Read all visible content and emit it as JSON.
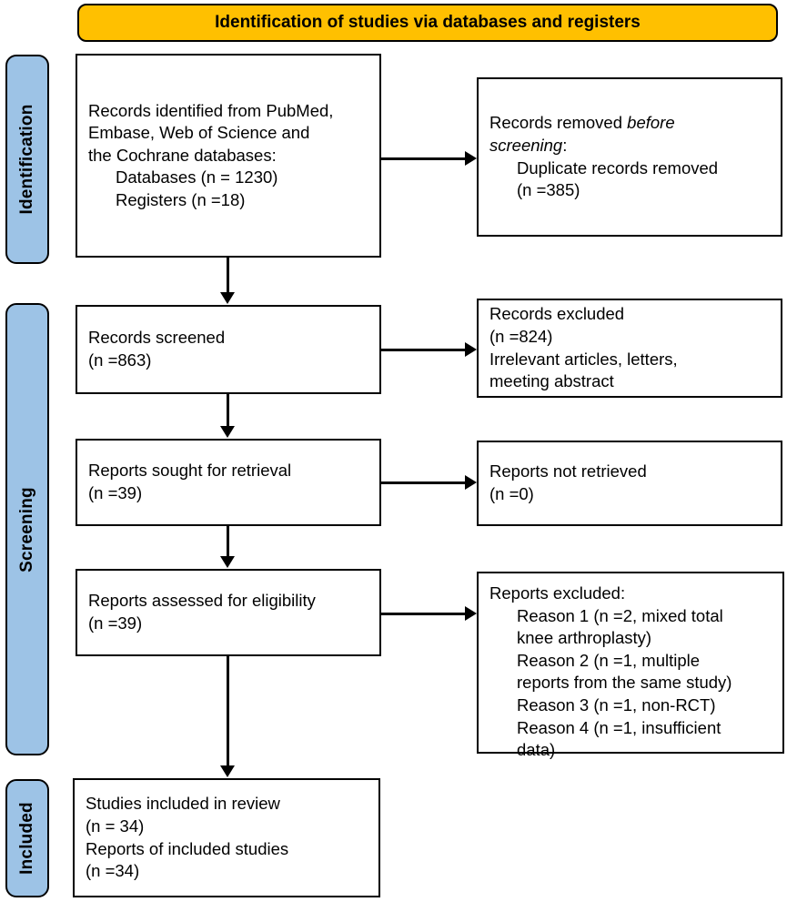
{
  "diagram": {
    "title": "Identification of studies via databases and registers",
    "type": "PRISMA flow diagram"
  },
  "phases": {
    "identification": "Identification",
    "screening": "Screening",
    "included": "Included"
  },
  "colors": {
    "banner": "#FFC000",
    "phase_bar": "#9DC3E6",
    "box_border": "#000000",
    "box_fill": "#FFFFFF",
    "text": "#000000"
  },
  "boxes": {
    "records_identified": {
      "name": "Records identified from databases and registers",
      "lines": [
        {
          "text": "Records identified from PubMed,",
          "indent": false
        },
        {
          "text": "Embase, Web of Science and",
          "indent": false
        },
        {
          "text": "the Cochrane databases:",
          "indent": false
        },
        {
          "text": "Databases (n = 1230)",
          "indent": true
        },
        {
          "text": "Registers (n =18)",
          "indent": true
        }
      ]
    },
    "records_removed": {
      "name": "Records removed before screening",
      "lines": [
        {
          "text": "Records removed ",
          "italic_text": "before",
          "indent": false
        },
        {
          "italic_text": "screening",
          "text": ":",
          "indent": false
        },
        {
          "text": "Duplicate records removed",
          "indent": true
        },
        {
          "text": "(n =385)",
          "indent": true
        }
      ]
    },
    "records_screened": {
      "name": "Records screened",
      "lines": [
        {
          "text": "Records screened",
          "indent": false
        },
        {
          "text": "(n =863)",
          "indent": false
        }
      ]
    },
    "records_excluded": {
      "name": "Records excluded",
      "lines": [
        {
          "text": "Records excluded",
          "indent": false
        },
        {
          "text": "(n =824)",
          "indent": false
        },
        {
          "text": "Irrelevant articles, letters,",
          "indent": false
        },
        {
          "text": "meeting abstract",
          "indent": false
        }
      ]
    },
    "reports_sought": {
      "name": "Reports sought for retrieval",
      "lines": [
        {
          "text": "Reports sought for retrieval",
          "indent": false
        },
        {
          "text": "(n =39)",
          "indent": false
        }
      ]
    },
    "reports_not_retrieved": {
      "name": "Reports not retrieved",
      "lines": [
        {
          "text": "Reports not retrieved",
          "indent": false
        },
        {
          "text": "(n =0)",
          "indent": false
        }
      ]
    },
    "reports_assessed": {
      "name": "Reports assessed for eligibility",
      "lines": [
        {
          "text": "Reports assessed for eligibility",
          "indent": false
        },
        {
          "text": "(n =39)",
          "indent": false
        }
      ]
    },
    "reports_excluded": {
      "name": "Reports excluded with reasons",
      "lines": [
        {
          "text": "Reports excluded:",
          "indent": false
        },
        {
          "text": "Reason 1 (n =2, mixed total",
          "indent": true
        },
        {
          "text": "knee arthroplasty)",
          "indent": true
        },
        {
          "text": "Reason 2 (n =1, multiple",
          "indent": true
        },
        {
          "text": "reports from the same study)",
          "indent": true
        },
        {
          "text": "Reason 3 (n =1, non-RCT)",
          "indent": true
        },
        {
          "text": "Reason 4 (n =1, insufficient",
          "indent": true
        },
        {
          "text": "data)",
          "indent": true
        }
      ]
    },
    "studies_included": {
      "name": "Studies included in review",
      "lines": [
        {
          "text": "Studies included in review",
          "indent": false
        },
        {
          "text": "(n = 34)",
          "indent": false
        },
        {
          "text": "Reports of included studies",
          "indent": false
        },
        {
          "text": "(n =34)",
          "indent": false
        }
      ]
    }
  },
  "counts": {
    "databases": 1230,
    "registers": 18,
    "duplicates_removed": 385,
    "records_screened": 863,
    "records_excluded": 824,
    "reports_sought": 39,
    "reports_not_retrieved": 0,
    "reports_assessed": 39,
    "reason_1": 2,
    "reason_2": 1,
    "reason_3": 1,
    "reason_4": 1,
    "studies_included": 34,
    "reports_of_included_studies": 34
  }
}
